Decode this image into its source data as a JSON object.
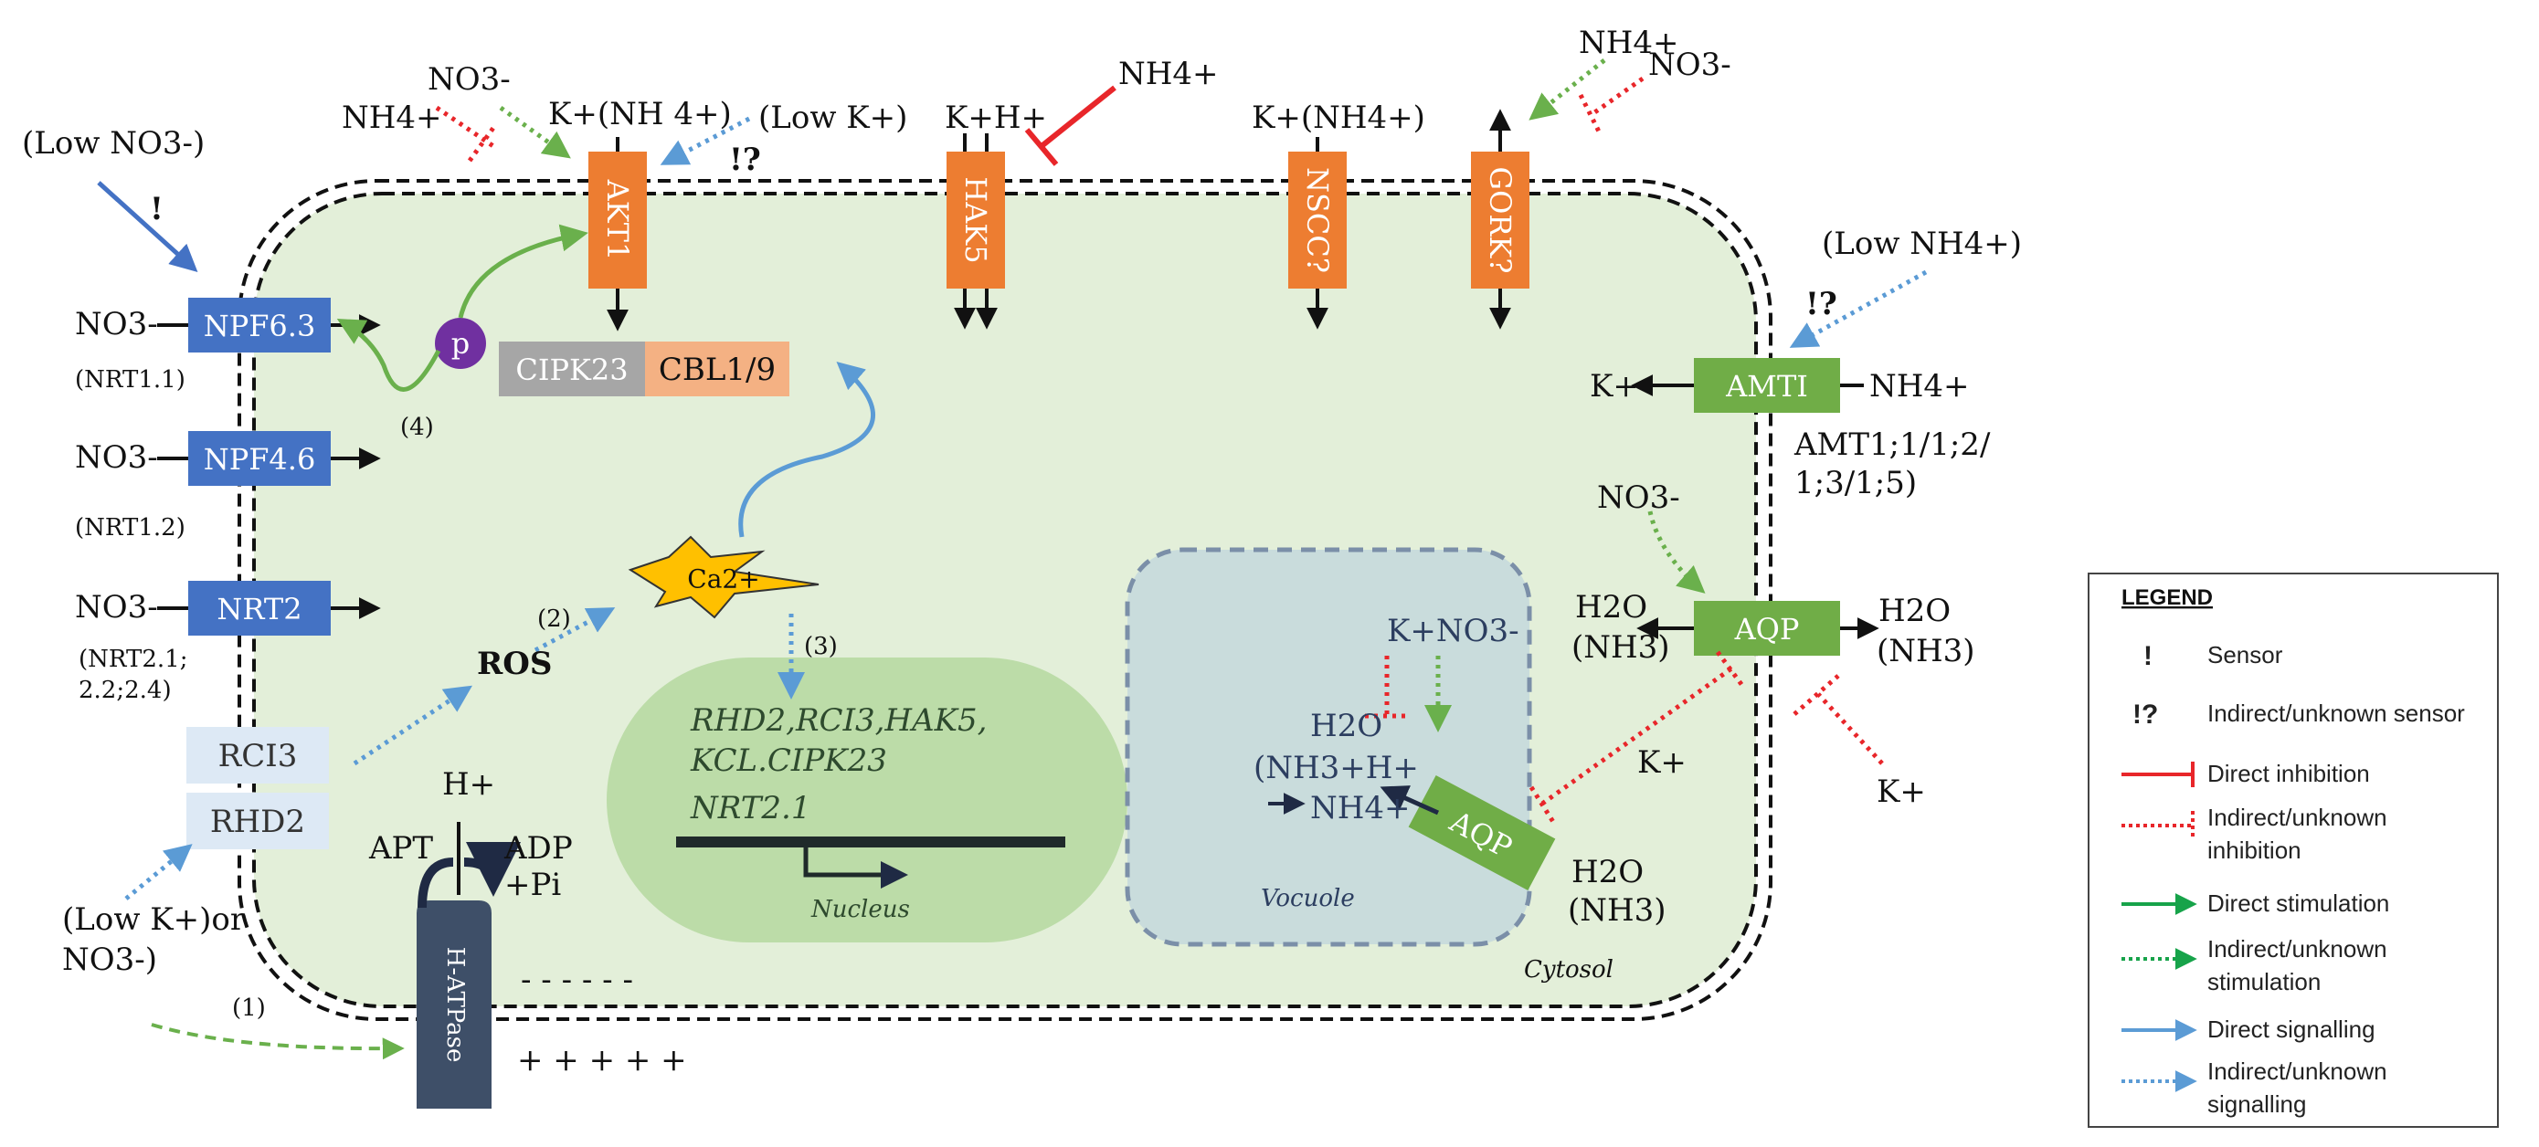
{
  "colors": {
    "cell_fill": "#e3efd9",
    "nucleus_fill": "#bcdca8",
    "vacuole_fill": "#c9dcdc",
    "blue_box": "#4472c4",
    "light_box": "#dde9f5",
    "orange_channel": "#ed7d31",
    "green_box": "#70ad47",
    "gray_box": "#a6a6a6",
    "salmon_box": "#f4b183",
    "atpase": "#3e4f68",
    "inhibition_red": "#e8262a",
    "stimulation_green": "#17a34a",
    "signalling_blue": "#5b9bd5",
    "calcium_yellow": "#ffc000",
    "phospho_purple": "#7030a0"
  },
  "transporters": {
    "npf63": "NPF6.3",
    "npf46": "NPF4.6",
    "nrt2": "NRT2",
    "rci3": "RCI3",
    "rhd2": "RHD2",
    "akt1": "AKT1",
    "hak5": "HAK5",
    "nscc": "NSCC?",
    "gork": "GORK?",
    "amt": "AMTI",
    "aqp_membrane": "AQP",
    "aqp_vacuole": "AQP",
    "cipk23": "CIPK23",
    "cbl": "CBL1/9",
    "atpase": "H-ATPase"
  },
  "labels": {
    "low_no3": "(Low NO3-)",
    "low_k": "(Low K+)",
    "low_nh4": "(Low NH4+)",
    "low_k_or_no3_1": "(Low K+)or",
    "low_k_or_no3_2": "NO3-)",
    "sensor_mark": "!",
    "unknown_sensor_mark": "!?",
    "no3_npf63": "NO3-",
    "no3_npf46": "NO3-",
    "no3_nrt2": "NO3-",
    "nrt11": "(NRT1.1)",
    "nrt12": "(NRT1.2)",
    "nrt21_a": "(NRT2.1;",
    "nrt21_b": "2.2;2.4)",
    "nh4_top_left": "NH4+",
    "no3_top": "NO3-",
    "k_nh4_akt1": "K+(NH 4+)",
    "k_h_hak5": "K+H+",
    "nh4_hak5": "NH4+",
    "k_nh4_nscc": "K+(NH4+)",
    "nh4_gork": "NH4+",
    "no3_gork": "NO3-",
    "k_amt": "K+",
    "nh4_amt": "NH4+",
    "amt_list_1": "AMT1;1/1;2/",
    "amt_list_2": "1;3/1;5)",
    "no3_aqp": "NO3-",
    "h2o_left": "H2O",
    "nh3_left": "(NH3)",
    "h2o_right": "H2O",
    "nh3_right": "(NH3)",
    "k_right": "K+",
    "k_inner": "K+",
    "h2o_bottom": "H2O",
    "nh3_bottom": "(NH3)",
    "vac_kno3": "K+NO3-",
    "vac_h2o": "H2O",
    "vac_nh3h": "(NH3+H+",
    "vac_nh4": "NH4+",
    "vacuole": "Vocuole",
    "cytosol": "Cytosol",
    "nucleus": "Nucleus",
    "genes_1": "RHD2,RCI3,HAK5,",
    "genes_2": "KCL.CIPK23",
    "genes_3": "NRT2.1",
    "ros": "ROS",
    "ca": "Ca2+",
    "p": "p",
    "h_plus": "H+",
    "apt": "APT",
    "adp": "ADP",
    "pi": "+Pi",
    "minus_row": "- - - - - -",
    "plus_row": "+ + + + +",
    "step1": "(1)",
    "step2": "(2)",
    "step3": "(3)",
    "step4": "(4)"
  },
  "legend": {
    "title": "LEGEND",
    "items": [
      {
        "symbol": "!",
        "text": "Sensor"
      },
      {
        "symbol": "!?",
        "text": "Indirect/unknown sensor"
      },
      {
        "text": "Direct inhibition"
      },
      {
        "text_1": "Indirect/unknown",
        "text_2": "inhibition"
      },
      {
        "text": "Direct stimulation"
      },
      {
        "text_1": "Indirect/unknown",
        "text_2": "stimulation"
      },
      {
        "text": "Direct signalling"
      },
      {
        "text_1": "Indirect/unknown",
        "text_2": "signalling"
      }
    ]
  }
}
